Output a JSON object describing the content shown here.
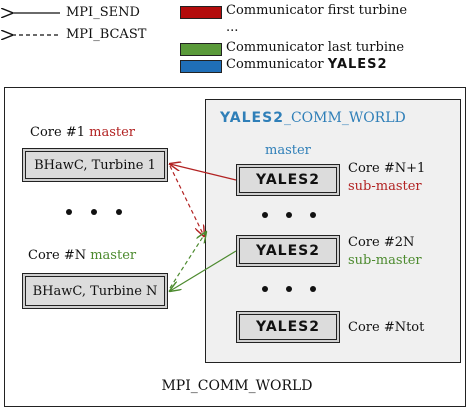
{
  "legend": {
    "send_label": "MPI_SEND",
    "bcast_label": "MPI_BCAST",
    "first_turbine_label": "Communicator first turbine",
    "ellipsis": "...",
    "last_turbine_label": "Communicator last turbine",
    "communicator_prefix": "Communicator",
    "colors": {
      "first_turbine": "#b30c0c",
      "last_turbine": "#5a9a3a",
      "yales2": "#1f6fb8"
    }
  },
  "inner_box": {
    "title_logo": "YALES2",
    "title_suffix": "_COMM_WORLD"
  },
  "left": {
    "core1_label": "Core #1",
    "core1_role": "master",
    "turbine1_box": "BHawC, Turbine 1",
    "coreN_label": "Core #N",
    "coreN_role": "master",
    "turbineN_box": "BHawC, Turbine N"
  },
  "right": {
    "top_role": "master",
    "logo": "YALES2",
    "core_n1_label": "Core #N+1",
    "core_n1_role": "sub-master",
    "core_2n_label": "Core #2N",
    "core_2n_role": "sub-master",
    "core_ntot_label": "Core #Ntot"
  },
  "outer_title": "MPI_COMM_WORLD"
}
